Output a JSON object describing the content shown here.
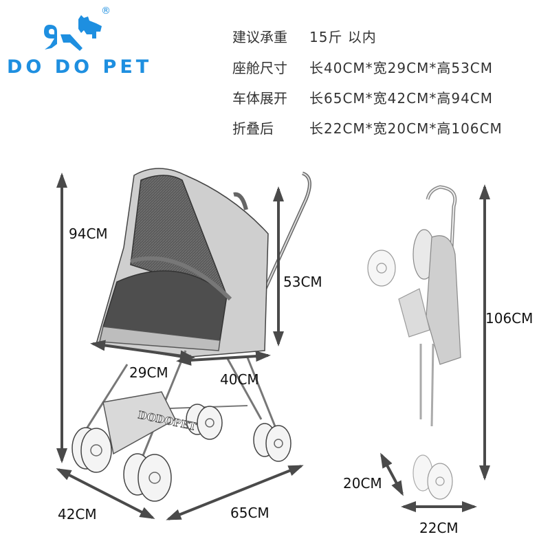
{
  "brand": {
    "name": "DO DO PET",
    "registered_mark": "®",
    "color": "#1e8fe0",
    "logo_icon": "dog-logo-icon"
  },
  "specs": [
    {
      "label": "建议承重",
      "value": "15斤 以内"
    },
    {
      "label": "座舱尺寸",
      "value": "长40CM*宽29CM*高53CM"
    },
    {
      "label": "车体展开",
      "value": "长65CM*宽42CM*高94CM"
    },
    {
      "label": "折叠后",
      "value": "长22CM*宽20CM*高106CM"
    }
  ],
  "unfolded_view": {
    "stroller_label": "DODOPET",
    "dimensions": {
      "total_height": "94CM",
      "seat_height": "53CM",
      "seat_width": "29CM",
      "seat_length": "40CM",
      "body_width": "42CM",
      "body_length": "65CM"
    }
  },
  "folded_view": {
    "dimensions": {
      "height": "106CM",
      "width": "20CM",
      "length": "22CM"
    }
  },
  "colors": {
    "arrow": "#4a4a4a",
    "text": "#222222",
    "brand": "#1e8fe0"
  }
}
